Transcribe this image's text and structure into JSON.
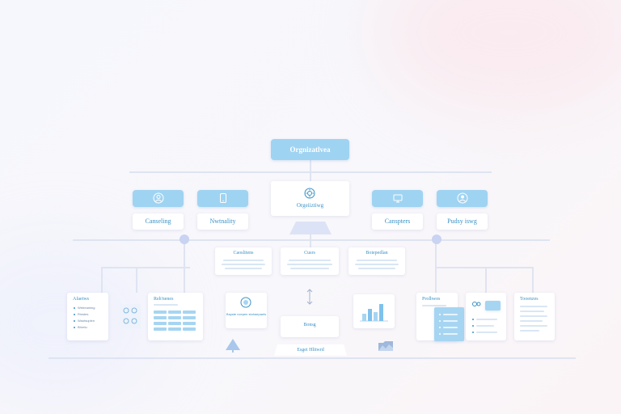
{
  "diagram": {
    "root": {
      "label": "Orgnizatlvea"
    },
    "level1": [
      {
        "label": "Canseling",
        "icon": "user-circle-icon"
      },
      {
        "label": "Nwtnality",
        "icon": "phone-icon"
      },
      {
        "label": "Orgeiiztiwg",
        "icon": "gear-circle-icon"
      },
      {
        "label": "Canspters",
        "icon": "screen-icon"
      },
      {
        "label": "Pudsy iswg",
        "icon": "person-circle-icon"
      }
    ],
    "level2": [
      {
        "label": "Caoslitens"
      },
      {
        "label": "Cusrs"
      },
      {
        "label": "Boiepedlan"
      }
    ],
    "level3": [
      {
        "title": "Afaetws",
        "items": [
          "Wetreaming",
          "Rinstes",
          "Waotsuplen",
          "Bhretu"
        ]
      },
      {
        "title": "Reh'nenes"
      },
      {
        "title": "Bayste ncepen stohaepaels"
      },
      {
        "title": "Bonsg"
      },
      {
        "title": "Prolhwes"
      },
      {
        "title": "Tooenzes"
      }
    ],
    "bottom": {
      "label": "Esgei Hlitwrd"
    }
  },
  "colors": {
    "accent": "#9fd3f2",
    "text": "#3a92c6",
    "connector": "#dfe4f1",
    "node-dot": "#c9d3f2"
  }
}
